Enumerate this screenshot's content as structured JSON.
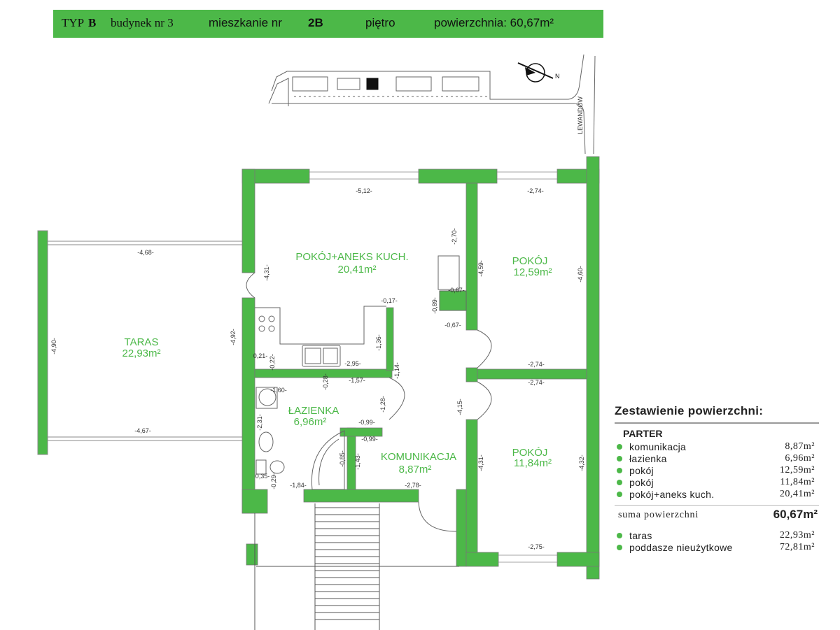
{
  "header": {
    "typ_label": "TYP",
    "typ_value": "B",
    "budynek": "budynek nr 3",
    "mieszkanie_label": "mieszkanie nr",
    "mieszkanie_value": "2B",
    "pietro": "piętro",
    "powierzchnia": "powierzchnia: 60,67m²"
  },
  "site_plan": {
    "street": "LEWANDÓW",
    "compass": "N"
  },
  "rooms": {
    "salon": {
      "name": "POKÓJ+ANEKS KUCH.",
      "area": "20,41m²"
    },
    "pokoj1": {
      "name": "POKÓJ",
      "area": "12,59m²"
    },
    "pokoj2": {
      "name": "POKÓJ",
      "area": "11,84m²"
    },
    "lazienka": {
      "name": "ŁAZIENKA",
      "area": "6,96m²"
    },
    "komunikacja": {
      "name": "KOMUNIKACJA",
      "area": "8,87m²"
    },
    "taras": {
      "name": "TARAS",
      "area": "22,93m²"
    }
  },
  "dims": {
    "salon_w": "-5,12-",
    "pokoj1_top": "-2,74-",
    "pokoj1_bottom": "-2,74-",
    "pokoj2_top": "-2,74-",
    "pokoj2_bottom": "-2,75-",
    "taras_top": "-4,68-",
    "taras_bottom": "-4,67-",
    "taras_h": "-4,90-",
    "salon_h": "-4,92-",
    "door_h": "-4,31-",
    "r270": "-2,70-",
    "r459": "-4,59-",
    "r460": "-4,60-",
    "r067a": "-0,67-",
    "r067b": "-0,67-",
    "r089": "-0,89-",
    "r017": "-0,17-",
    "r136": "-1,36-",
    "r114": "-1,14-",
    "r295": "-2,95-",
    "r157": "-1,57-",
    "r160": "-1,60-",
    "r028": "-0,28-",
    "r021": "0,21-",
    "r022": "-0,22-",
    "r231": "-2,31-",
    "r128": "-1,28-",
    "r099a": "-0,99-",
    "r099b": "-0,99-",
    "r143": "-1,43-",
    "r085": "-0,85-",
    "r035": "0,35-",
    "r029": "-0,29-",
    "r184": "-1,84-",
    "r278": "-2,78-",
    "r415": "-4,15-",
    "r431": "-4,31-",
    "r432": "-4,32-"
  },
  "summary": {
    "title": "Zestawienie powierzchni:",
    "section": "PARTER",
    "rows": [
      {
        "label": "komunikacja",
        "value": "8,87m²"
      },
      {
        "label": "łazienka",
        "value": "6,96m²"
      },
      {
        "label": "pokój",
        "value": "12,59m²"
      },
      {
        "label": "pokój",
        "value": "11,84m²"
      },
      {
        "label": "pokój+aneks kuch.",
        "value": "20,41m²"
      }
    ],
    "sum_label": "suma powierzchni",
    "sum_value": "60,67m²",
    "extra": [
      {
        "label": "taras",
        "value": "22,93m²"
      },
      {
        "label": "poddasze nieużytkowe",
        "value": "72,81m²"
      }
    ]
  },
  "colors": {
    "wall": "#4cb848",
    "header": "#4cb848",
    "text": "#222222"
  }
}
